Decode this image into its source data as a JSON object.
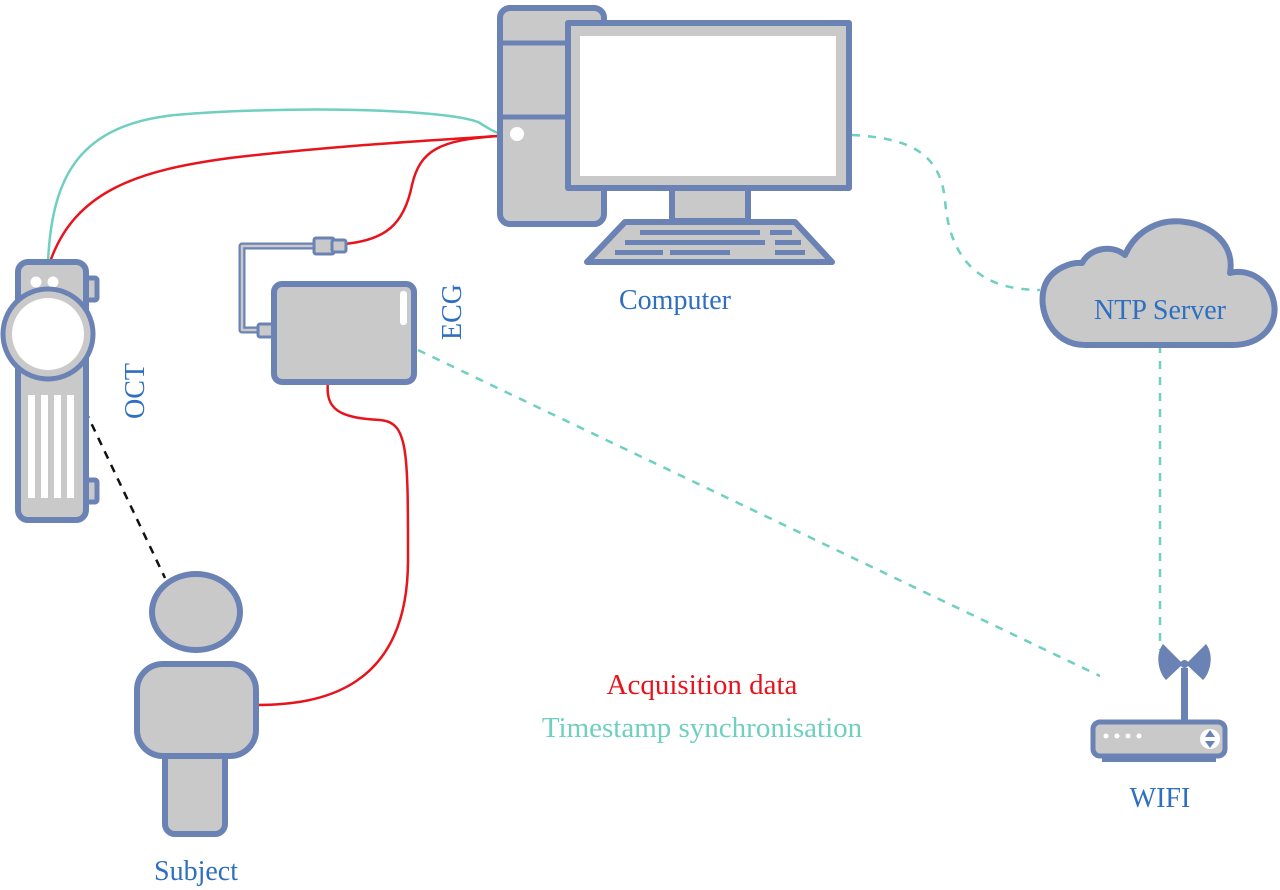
{
  "labels": {
    "computer": "Computer",
    "ntp_server": "NTP Server",
    "ecg": "ECG",
    "oct": "OCT",
    "wifi": "WIFI",
    "subject": "Subject"
  },
  "legend": {
    "acquisition": {
      "text": "Acquisition data",
      "color": "#e8141c"
    },
    "timestamp": {
      "text": "Timestamp synchronisation",
      "color": "#6fcfc0"
    }
  },
  "colors": {
    "device_fill": "#c9c9c9",
    "device_stroke": "#6b82b5",
    "label_blue": "#2e6fc0"
  }
}
